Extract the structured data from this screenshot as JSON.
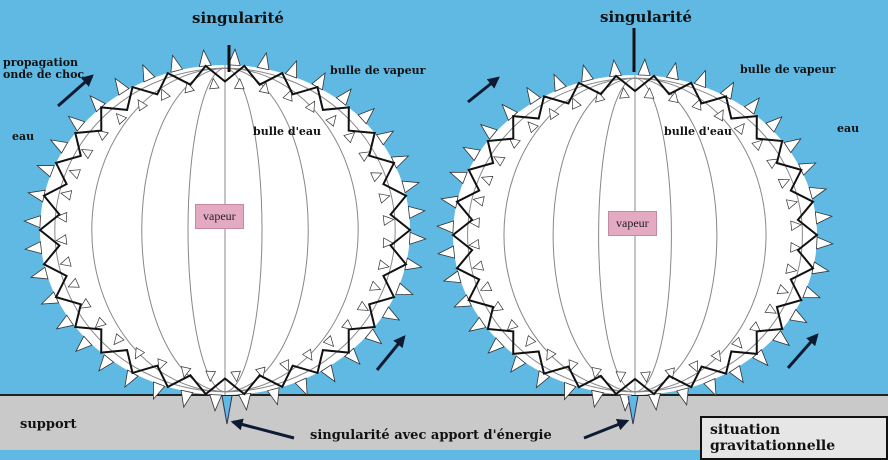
{
  "colors": {
    "water": "#5fb9e3",
    "support": "#c9c9c9",
    "bubble": "#ffffff",
    "label_box": "#e3aac1"
  },
  "labels": {
    "singularite_left": "singularité",
    "singularite_right": "singularité",
    "propagation": "propagation\nonde de choc",
    "bulle_vapeur_left": "bulle de vapeur",
    "bulle_vapeur_right": "bulle de vapeur",
    "bulle_eau_left": "bulle d'eau",
    "bulle_eau_right": "bulle d'eau",
    "eau_left": "eau",
    "eau_right": "eau",
    "vapeur_left": "vapeur",
    "vapeur_right": "vapeur",
    "support": "support",
    "singularite_energie": "singularité avec apport d'énergie",
    "situation": "situation gravitationnelle"
  }
}
